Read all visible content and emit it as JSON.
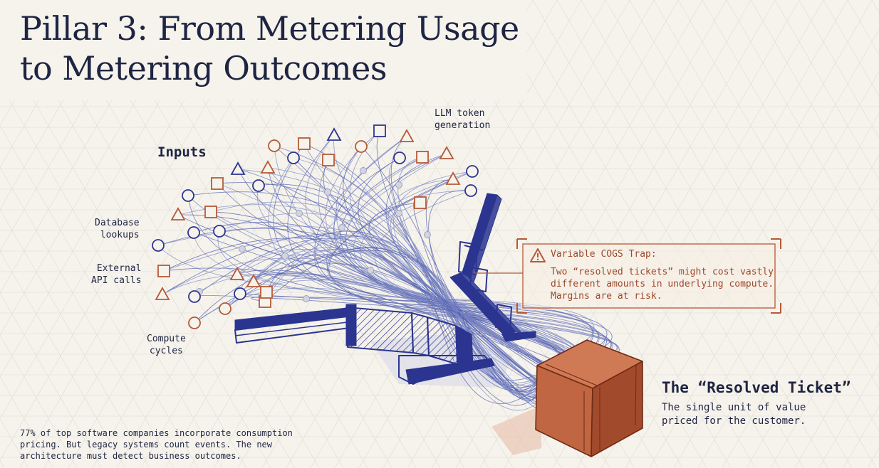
{
  "title_line1": "Pillar 3: From Metering Usage",
  "title_line2": "to Metering Outcomes",
  "inputs_heading": "Inputs",
  "input_labels": {
    "llm": "LLM token\ngeneration",
    "database": "Database\nlookups",
    "api": "External\nAPI calls",
    "compute": "Compute\ncycles"
  },
  "callout": {
    "title": "Variable COGS Trap:",
    "body": "Two “resolved tickets” might cost vastly different amounts in underlying compute. Margins are at risk.",
    "icon": "warning-triangle-icon"
  },
  "outcome": {
    "title": "The “Resolved Ticket”",
    "subtitle": "The single unit of value priced for the customer."
  },
  "footnote": "77% of top software companies incorporate consumption pricing. But legacy systems count events. The new architecture must detect business outcomes.",
  "colors": {
    "navy": "#2b3590",
    "rust": "#b55a38",
    "background": "#f6f3ec",
    "text": "#1e2442"
  }
}
